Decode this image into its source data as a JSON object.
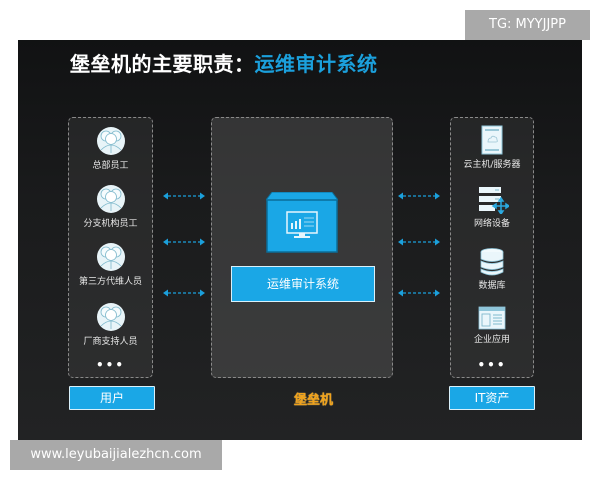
{
  "title": {
    "prefix": "堡垒机的主要职责：",
    "accent": "运维审计系统"
  },
  "users": {
    "items": [
      {
        "label": "总部员工",
        "icon": "user-group-icon"
      },
      {
        "label": "分支机构员工",
        "icon": "user-group-icon"
      },
      {
        "label": "第三方代维人员",
        "icon": "user-group-icon"
      },
      {
        "label": "厂商支持人员",
        "icon": "user-group-icon"
      }
    ],
    "more": "•••",
    "button_label": "用户"
  },
  "bastion": {
    "system_label": "运维审计系统",
    "icon": "monitor-box-icon",
    "caption": "堡垒机"
  },
  "assets": {
    "items": [
      {
        "label": "云主机/服务器",
        "icon": "server-cloud-icon"
      },
      {
        "label": "网络设备",
        "icon": "network-device-icon"
      },
      {
        "label": "数据库",
        "icon": "database-icon"
      },
      {
        "label": "企业应用",
        "icon": "enterprise-app-icon"
      }
    ],
    "more": "•••",
    "button_label": "IT资产"
  },
  "colors": {
    "accent_blue": "#1aa7e6",
    "title_accent": "#1ba0dc",
    "bastion_orange": "#f0a21b",
    "panel_bg": "#1a1b1c"
  },
  "watermarks": {
    "top_right": "TG: MYYJJPP",
    "bottom_left": "www.leyubaijialezhcn.com"
  }
}
